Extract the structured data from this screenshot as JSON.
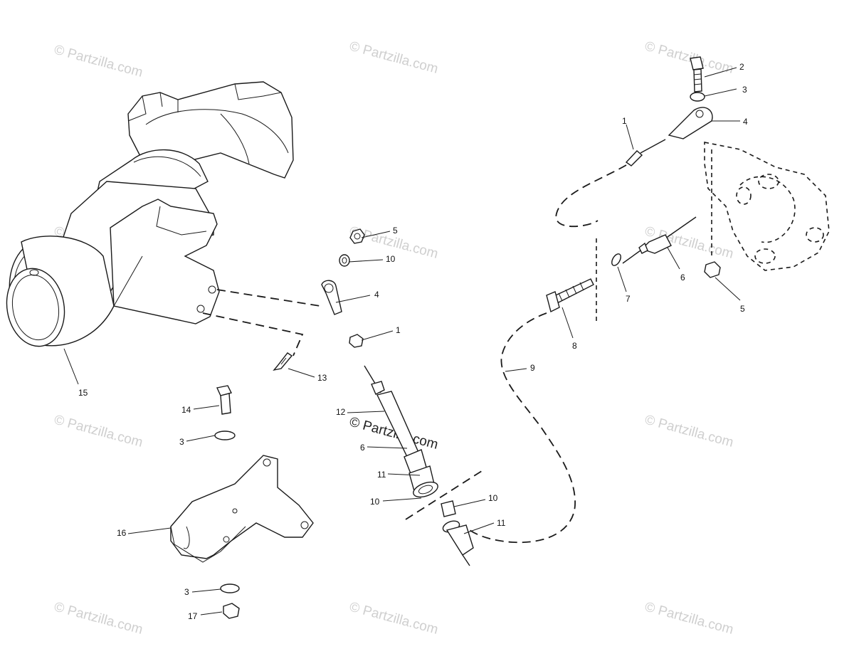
{
  "watermark": {
    "text": "© Partzilla.com",
    "color": "#cfcfcf",
    "center_text_color": "#222222"
  },
  "callouts": [
    {
      "id": "c2",
      "label": "2"
    },
    {
      "id": "c3a",
      "label": "3"
    },
    {
      "id": "c4a",
      "label": "4"
    },
    {
      "id": "c1a",
      "label": "1"
    },
    {
      "id": "c6a",
      "label": "6"
    },
    {
      "id": "c7",
      "label": "7"
    },
    {
      "id": "c5a",
      "label": "5"
    },
    {
      "id": "c8",
      "label": "8"
    },
    {
      "id": "c9",
      "label": "9"
    },
    {
      "id": "c5b",
      "label": "5"
    },
    {
      "id": "c10a",
      "label": "10"
    },
    {
      "id": "c4b",
      "label": "4"
    },
    {
      "id": "c1b",
      "label": "1"
    },
    {
      "id": "c13",
      "label": "13"
    },
    {
      "id": "c15",
      "label": "15"
    },
    {
      "id": "c14",
      "label": "14"
    },
    {
      "id": "c3b",
      "label": "3"
    },
    {
      "id": "c12",
      "label": "12"
    },
    {
      "id": "c6b",
      "label": "6"
    },
    {
      "id": "c11a",
      "label": "11"
    },
    {
      "id": "c10b",
      "label": "10"
    },
    {
      "id": "c10c",
      "label": "10"
    },
    {
      "id": "c11b",
      "label": "11"
    },
    {
      "id": "c16",
      "label": "16"
    },
    {
      "id": "c3c",
      "label": "3"
    },
    {
      "id": "c17",
      "label": "17"
    }
  ]
}
